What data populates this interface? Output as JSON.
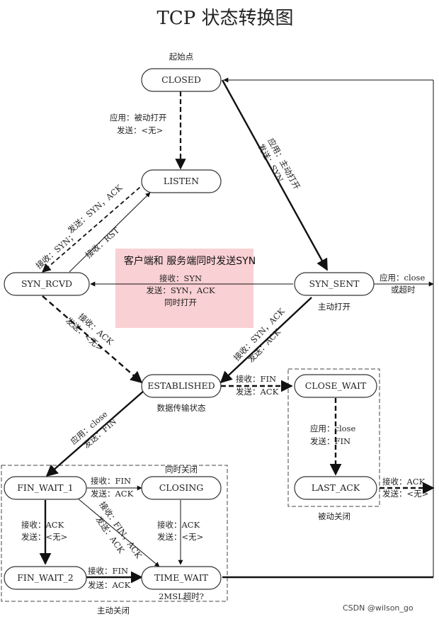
{
  "title": "TCP 状态转换图",
  "states": {
    "closed": "CLOSED",
    "listen": "LISTEN",
    "syn_rcvd": "SYN_RCVD",
    "syn_sent": "SYN_SENT",
    "established": "ESTABLISHED",
    "close_wait": "CLOSE_WAIT",
    "last_ack": "LAST_ACK",
    "fin_wait_1": "FIN_WAIT_1",
    "closing": "CLOSING",
    "fin_wait_2": "FIN_WAIT_2",
    "time_wait": "TIME_WAIT"
  },
  "notes": {
    "start": "起始点",
    "active_open": "主动打开",
    "data_transfer": "数据传输状态",
    "passive_close": "被动关闭",
    "simultaneous_close": "同时关闭",
    "active_close": "主动关闭",
    "msl_timeout": "2MSL超时?"
  },
  "transitions": {
    "closed_listen": [
      "应用：被动打开",
      "发送：<无>"
    ],
    "closed_synsent": [
      "应用：主动打开",
      "发送：SYN"
    ],
    "listen_synrcvd_send": "发送：SYN，ACK",
    "listen_synrcvd_recv": "接收：SYN；",
    "synrcvd_listen_rst": "接收：RST",
    "synsent_synrcvd": [
      "接收：SYN",
      "发送：SYN，ACK",
      "同时打开"
    ],
    "synsent_close": [
      "应用：close",
      "或超时"
    ],
    "synrcvd_est": [
      "接收：ACK",
      "发送：<无>"
    ],
    "synsent_est": [
      "接收：SYN，ACK",
      "发送：ACK"
    ],
    "est_closewait": [
      "接收：FIN",
      "发送：ACK"
    ],
    "closewait_lastack": [
      "应用：close",
      "发送：FIN"
    ],
    "lastack_closed": [
      "接收：ACK",
      "发送：<无>"
    ],
    "est_finwait1": [
      "应用：close",
      "发送：FIN"
    ],
    "finwait1_closing": [
      "接收：FIN",
      "发送：ACK"
    ],
    "finwait1_timewait": [
      "接收：FIN，ACK",
      "发送：ACK"
    ],
    "finwait1_finwait2": [
      "接收：ACK",
      "发送：<无>"
    ],
    "closing_timewait": [
      "接收：ACK",
      "发送：<无>"
    ],
    "finwait2_timewait": [
      "接收：FIN",
      "发送：ACK"
    ]
  },
  "highlight": {
    "text": "客户端和 服务端同时发送SYN",
    "color": "#f9d0d3"
  },
  "watermark": "CSDN @wilson_go"
}
